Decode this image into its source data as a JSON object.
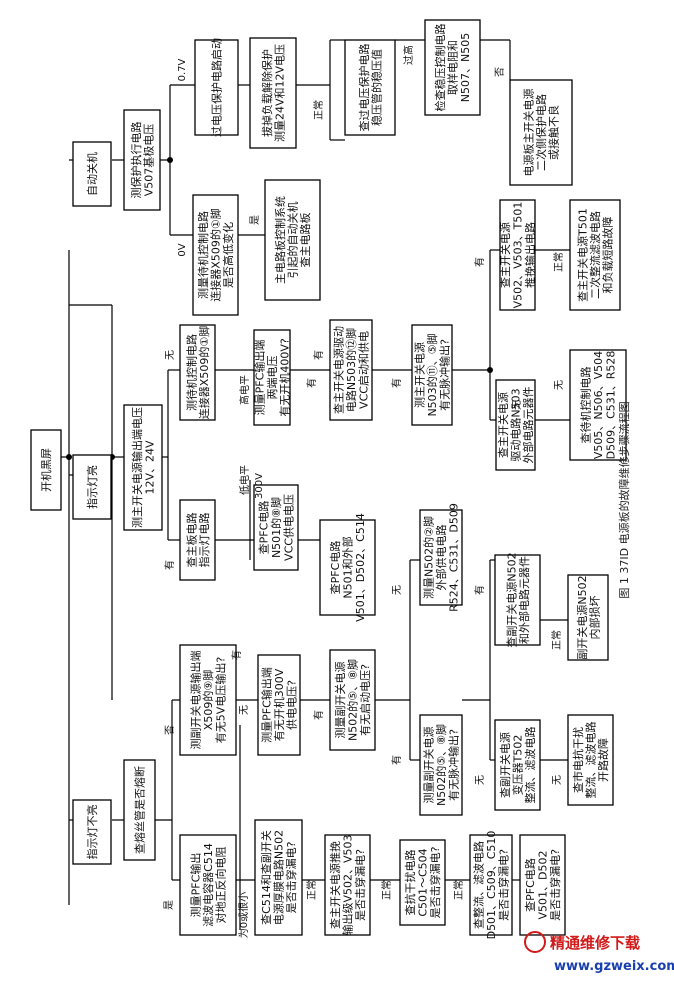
{
  "figure": {
    "caption": "图 1 37ID 电源板的故障维修步骤流程图"
  },
  "nodes": {
    "root": "开机黑屏",
    "auto_off": "自动关机",
    "indicator_on": "指示灯亮",
    "indicator_off": "指示灯不亮",
    "a1": "测保护执行电路 V507基极电压",
    "a2": "过电压保护电路启动",
    "a3": "拔掉负载解除保护 测量24V和12V电压",
    "a4": "查过电压保护电路 稳压管的稳压值",
    "a5": "检查稳压控制电路 取样电阻和 N507、N505",
    "a6": "电源板主开关电源 二次侧保护电路 或接触不良",
    "a7": "测量待机控制电路 连接器X509的①脚 是否高低变化",
    "a8": "主电路板控制系统 引起的自动关机 查主电路板",
    "b1": "测主开关电源输出端电压 12V、24V",
    "b2": "查主板电路 指示灯电路",
    "b3": "测待机控制电路 连接器X509的①脚",
    "b4": "测量PFC输出端 两端电压 有无开机400V?",
    "b5": "查主开关电源驱动 电路N503的⑫脚 VCC启动和供电",
    "b6": "查PFC电路 N501的⑧脚 VCC供电电压",
    "b7": "查PFC电路 N501和外部 V501、D502、C514",
    "b8": "测主开关电源 N503的⑪、⑤脚 有无脉冲输出?",
    "b9": "查主开关电源 驱动电路N503 外部电路元器件",
    "b10": "查主开关电源 V502、V503、T501 推挽输出电路",
    "b11": "查待机控制电路 V505、N506、V504 D509、C531、R528",
    "b12": "查主开关电源T501 二次整流滤波电路 和负载短路故障",
    "c1": "查熔丝管是否熔断",
    "c2": "测副开关电源输出端 X509的⑨脚 有无5V电压输出?",
    "c3": "测量PFC输出端 有无开机300V 供电电压?",
    "c4": "测量副开关电源 N502的⑤、⑧脚 有无启动电压?",
    "c5": "测量N502的②脚 外部供电电路 R524、C531、D509",
    "c6": "测量副开关电源 N502的⑤、⑧脚 有无脉冲输出?",
    "c7": "查副开关电源N502 和外部电路元器件",
    "c8": "副开关电源N502 内部损坏",
    "c9": "查副开关电源 变压器T502 整流、滤波电路",
    "c10": "查市电抗干扰 整流、滤波电路 开路故障",
    "d1": "测量PFC输出 滤波电容器C514 对地正反向电阻",
    "d2": "查C514和查副开关 电源厚膜电路N502 是否击穿漏电?",
    "d3": "查主开关电源推挽 输出级V502、V503 是否击穿漏电?",
    "d4": "查抗干扰电路 C501～C504 是否击穿漏电?",
    "d5": "查整流、滤波电路 D501、C509、C510 是否击穿漏电?",
    "d6": "查PFC电路 V501、D502 是否击穿漏电?"
  },
  "labels": {
    "v07": "0.7V",
    "v0": "0V",
    "yes": "是",
    "no": "否",
    "normal": "正常",
    "overvolt": "过高",
    "has": "有",
    "none": "无",
    "high_level": "高电平",
    "low_level": "低电平",
    "v300": "300V",
    "zero_or_small": "为0或很小"
  },
  "watermark": {
    "title": "精通维修下载",
    "url": "www.gzweix.com"
  }
}
